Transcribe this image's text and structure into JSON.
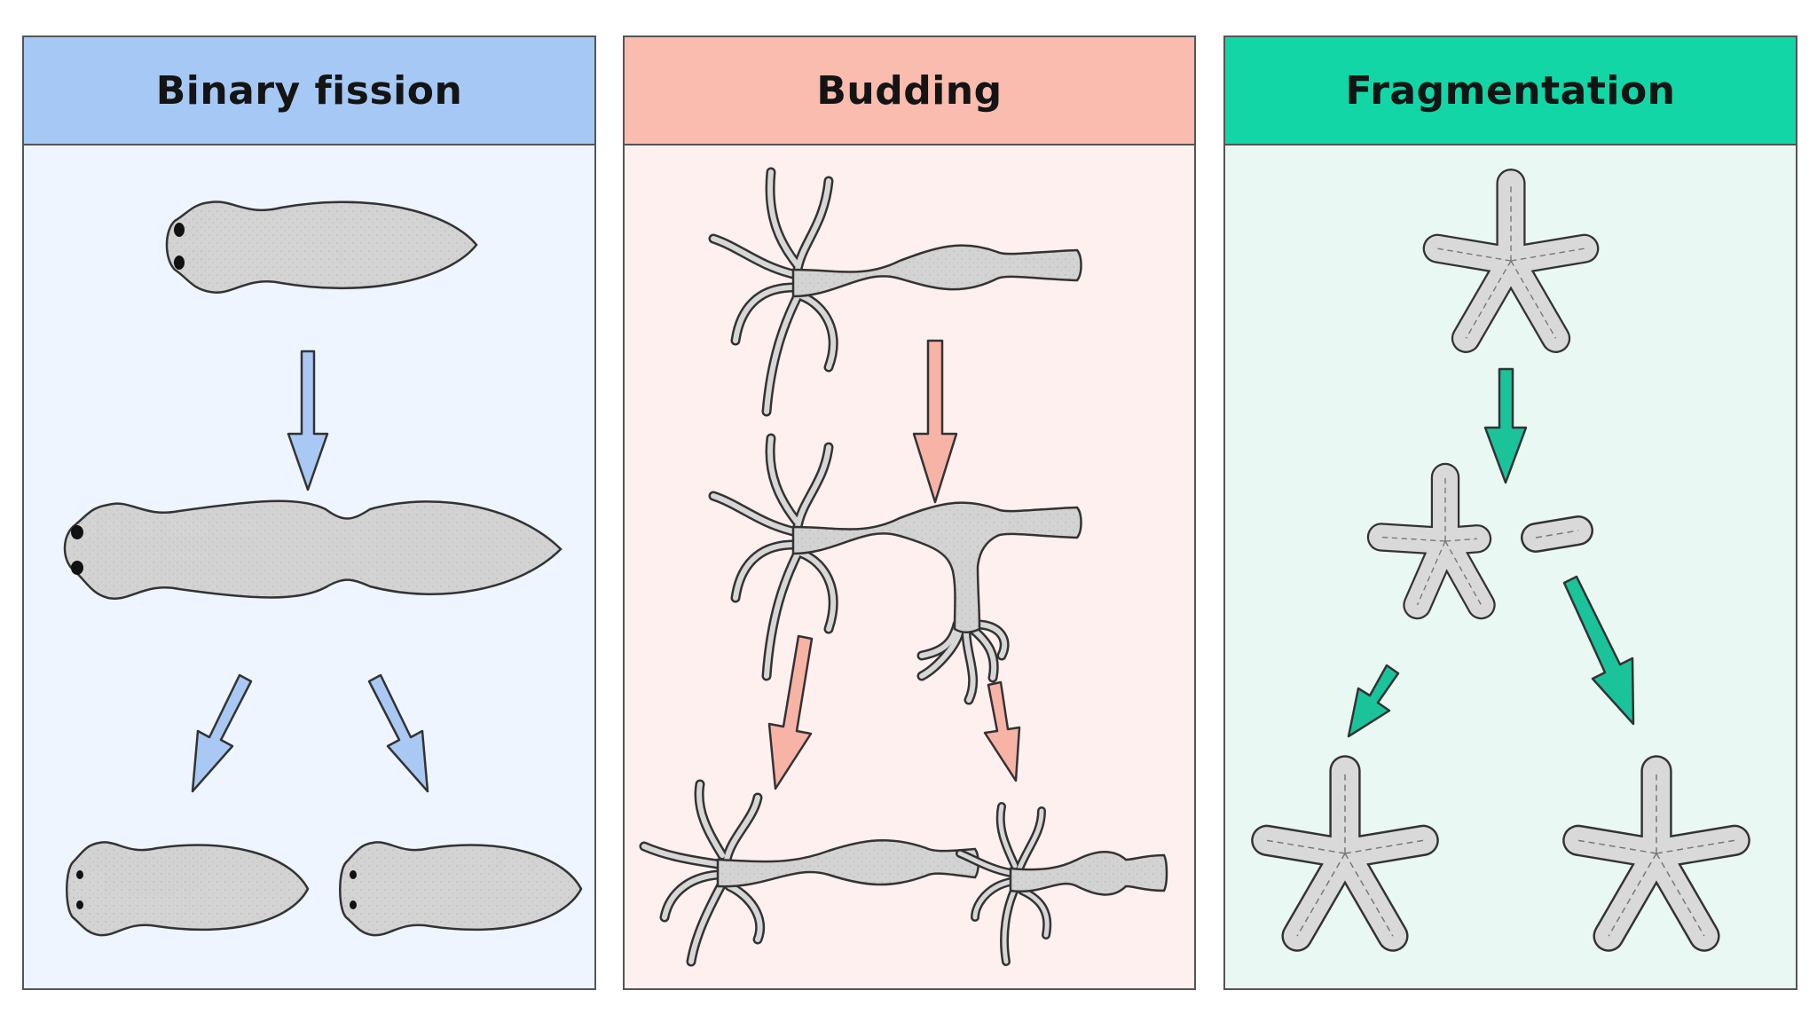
{
  "panels": [
    {
      "id": "binary-fission",
      "title": "Binary fission",
      "header_color": "#a6c8f5",
      "body_color": "#eef5fe",
      "arrow_color": "#a9c9f4",
      "organism": "planarian"
    },
    {
      "id": "budding",
      "title": "Budding",
      "header_color": "#f9bcae",
      "body_color": "#fef0ee",
      "arrow_color": "#f8b3a7",
      "organism": "hydra"
    },
    {
      "id": "fragmentation",
      "title": "Fragmentation",
      "header_color": "#12d6a5",
      "body_color": "#e9f8f3",
      "arrow_color": "#1bc39a",
      "organism": "starfish"
    }
  ]
}
